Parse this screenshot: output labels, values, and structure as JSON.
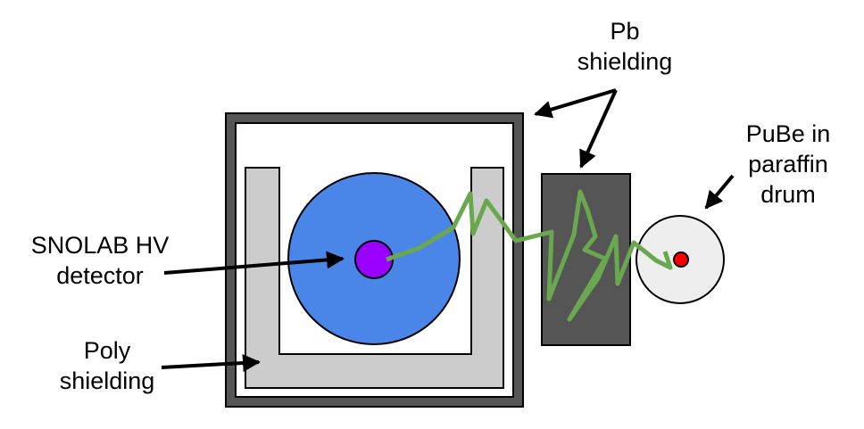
{
  "labels": {
    "pb_shielding": [
      "Pb",
      "shielding"
    ],
    "pube_drum": [
      "PuBe in",
      "paraffin",
      "drum"
    ],
    "detector": [
      "SNOLAB HV",
      "detector"
    ],
    "poly_shielding": [
      "Poly",
      "shielding"
    ]
  },
  "colors": {
    "outer_shield": "#555555",
    "poly": "#cccccc",
    "detector_volume": "#4a86e8",
    "detector_core": "#9900ff",
    "pb_block": "#555555",
    "drum": "#eeeeee",
    "source": "#ff0000",
    "neutron_path": "#6aa84f",
    "outline": "#000000"
  },
  "icons": {
    "neutron_path": "zigzag-neutron-track",
    "arrows": "arrow-pointer"
  }
}
